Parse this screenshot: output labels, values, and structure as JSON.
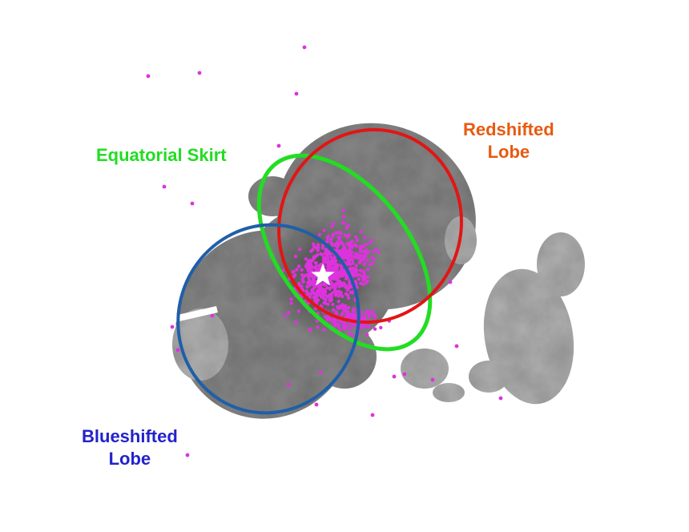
{
  "labels": {
    "equatorial": "Equatorial Skirt",
    "redshifted_line1": "Redshifted",
    "redshifted_line2": "Lobe",
    "blueshifted_line1": "Blueshifted",
    "blueshifted_line2": "Lobe"
  },
  "colors": {
    "equatorial": "#22dd22",
    "redshifted_label": "#e85a10",
    "redshifted_ellipse": "#e21515",
    "blueshifted_label": "#2222cc",
    "blueshifted_ellipse": "#1f5fa8",
    "points": "#dd33dd",
    "nebula": "#8a8a8a"
  },
  "icons": {
    "center": "star-icon"
  }
}
